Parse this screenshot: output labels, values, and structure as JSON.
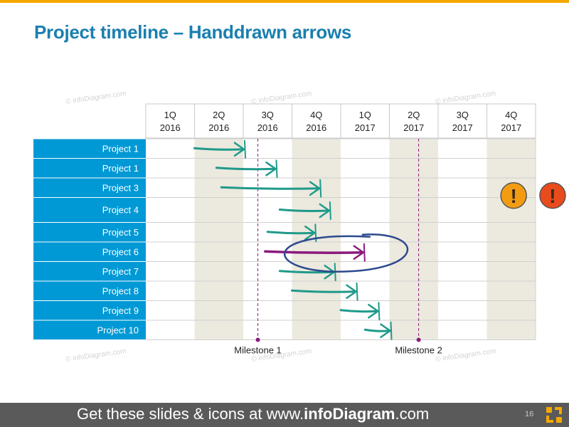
{
  "slide": {
    "title": "Project timeline – Handdrawn arrows",
    "page_number": "16",
    "watermark": "© infoDiagram.com",
    "colors": {
      "accent": "#f5a800",
      "title": "#1a7fae",
      "row_label_bg": "#0099d6",
      "arrow": "#1f9a8a",
      "arrow_highlight": "#8b1a7d",
      "circle": "#2c4a8c"
    }
  },
  "footer": {
    "text_prefix": "Get these slides & icons at www.",
    "brand": "infoDiagram",
    "text_suffix": ".com"
  },
  "chart_data": {
    "type": "gantt",
    "title": "Project timeline – Handdrawn arrows",
    "columns": [
      {
        "q": "1Q",
        "year": "2016"
      },
      {
        "q": "2Q",
        "year": "2016"
      },
      {
        "q": "3Q",
        "year": "2016"
      },
      {
        "q": "4Q",
        "year": "2016"
      },
      {
        "q": "1Q",
        "year": "2017"
      },
      {
        "q": "2Q",
        "year": "2017"
      },
      {
        "q": "3Q",
        "year": "2017"
      },
      {
        "q": "4Q",
        "year": "2017"
      }
    ],
    "rows": [
      {
        "label": "Project 1",
        "start": 0.0,
        "end": 1.0
      },
      {
        "label": "Project 1",
        "start": 0.45,
        "end": 1.65
      },
      {
        "label": "Project 3",
        "start": 0.55,
        "end": 2.55
      },
      {
        "label": "Project 4",
        "start": 1.75,
        "end": 2.75
      },
      {
        "label": "Project 5",
        "start": 1.5,
        "end": 2.45
      },
      {
        "label": "Project 6",
        "start": 1.45,
        "end": 3.45,
        "highlight": true
      },
      {
        "label": "Project 7",
        "start": 1.75,
        "end": 2.85
      },
      {
        "label": "Project 8",
        "start": 2.0,
        "end": 3.3
      },
      {
        "label": "Project 9",
        "start": 3.0,
        "end": 3.75
      },
      {
        "label": "Project 10",
        "start": 3.5,
        "end": 4.0
      }
    ],
    "units_note": "start/end in quarter units, 2Q 2016 = 1",
    "milestones": [
      {
        "label": "Milestone 1",
        "at": 1.3
      },
      {
        "label": "Milestone 2",
        "at": 4.6
      }
    ],
    "alerts": [
      {
        "symbol": "!",
        "color": "#f39c12",
        "row": 2,
        "at": 6.55
      },
      {
        "symbol": "!",
        "color": "#e84b1c",
        "row": 2,
        "at": 7.35
      }
    ]
  }
}
